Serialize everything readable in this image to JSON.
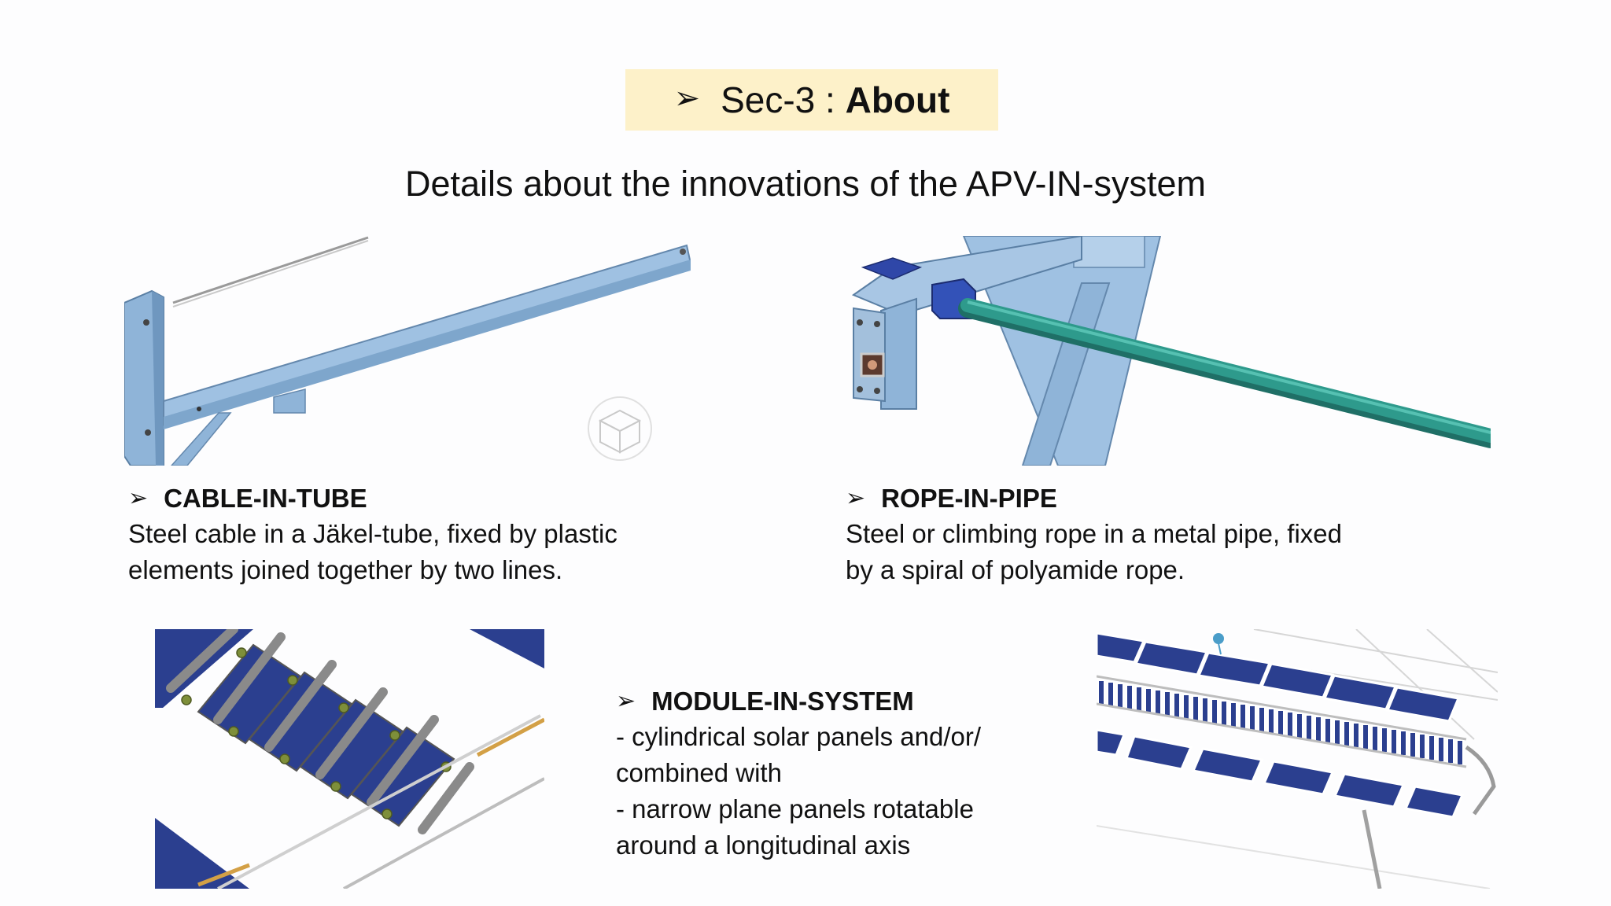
{
  "header": {
    "arrow_glyph": "➢",
    "section_prefix": "Sec-3 : ",
    "section_bold": "About"
  },
  "subtitle": "Details about the innovations of the APV-IN-system",
  "blocks": {
    "cable_in_tube": {
      "title": "CABLE-IN-TUBE",
      "text": "Steel cable in a Jäkel-tube, fixed by plastic\nelements joined together by two lines."
    },
    "rope_in_pipe": {
      "title": "ROPE-IN-PIPE",
      "text": "Steel or climbing rope in a metal pipe, fixed\nby a spiral of polyamide rope."
    },
    "module_in_system": {
      "title": "MODULE-IN-SYSTEM",
      "text": "- cylindrical solar panels and/or/\ncombined with\n- narrow plane panels rotatable\naround a longitudinal axis"
    }
  },
  "colors": {
    "banner_bg": "#fdf1c9",
    "steel_blue": "#8fb4d8",
    "pipe_teal": "#2e9a8c",
    "panel_blue": "#2b3f8f"
  }
}
